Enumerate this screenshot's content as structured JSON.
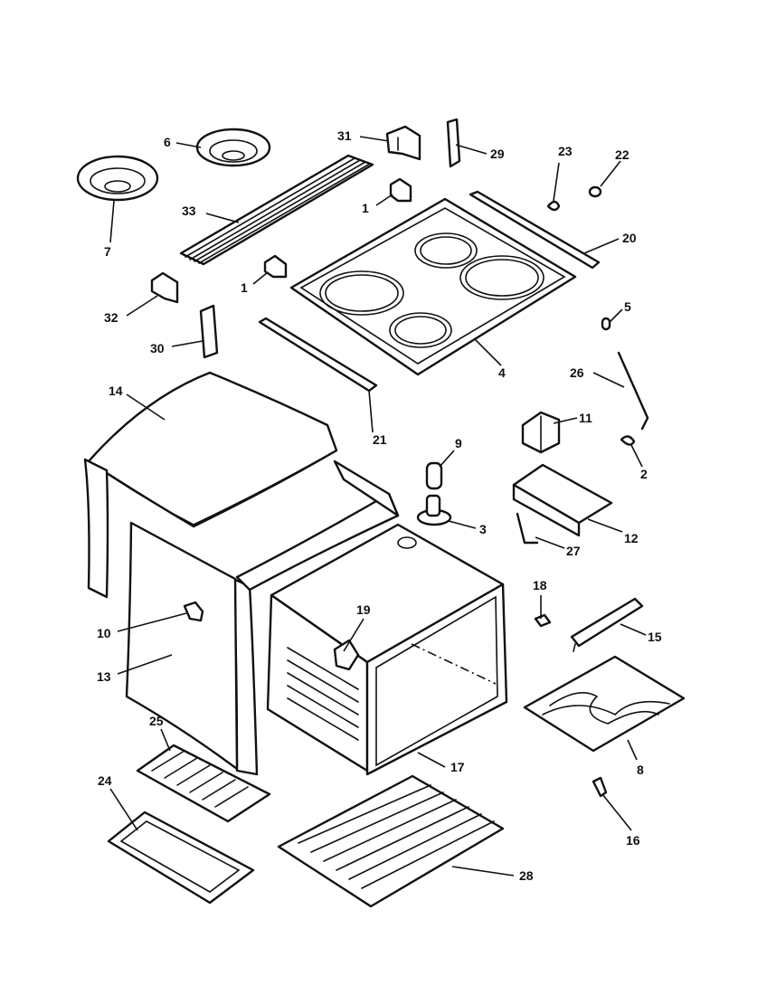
{
  "labels": {
    "p1a": "1",
    "p1b": "1",
    "p2": "2",
    "p3": "3",
    "p4": "4",
    "p5": "5",
    "p6": "6",
    "p7": "7",
    "p8": "8",
    "p9": "9",
    "p10": "10",
    "p11": "11",
    "p12": "12",
    "p13": "13",
    "p14": "14",
    "p15": "15",
    "p16": "16",
    "p17": "17",
    "p18": "18",
    "p19": "19",
    "p20": "20",
    "p21": "21",
    "p22": "22",
    "p23": "23",
    "p24": "24",
    "p25": "25",
    "p26": "26",
    "p27": "27",
    "p28": "28",
    "p29": "29",
    "p30": "30",
    "p31": "31",
    "p32": "32",
    "p33": "33"
  }
}
